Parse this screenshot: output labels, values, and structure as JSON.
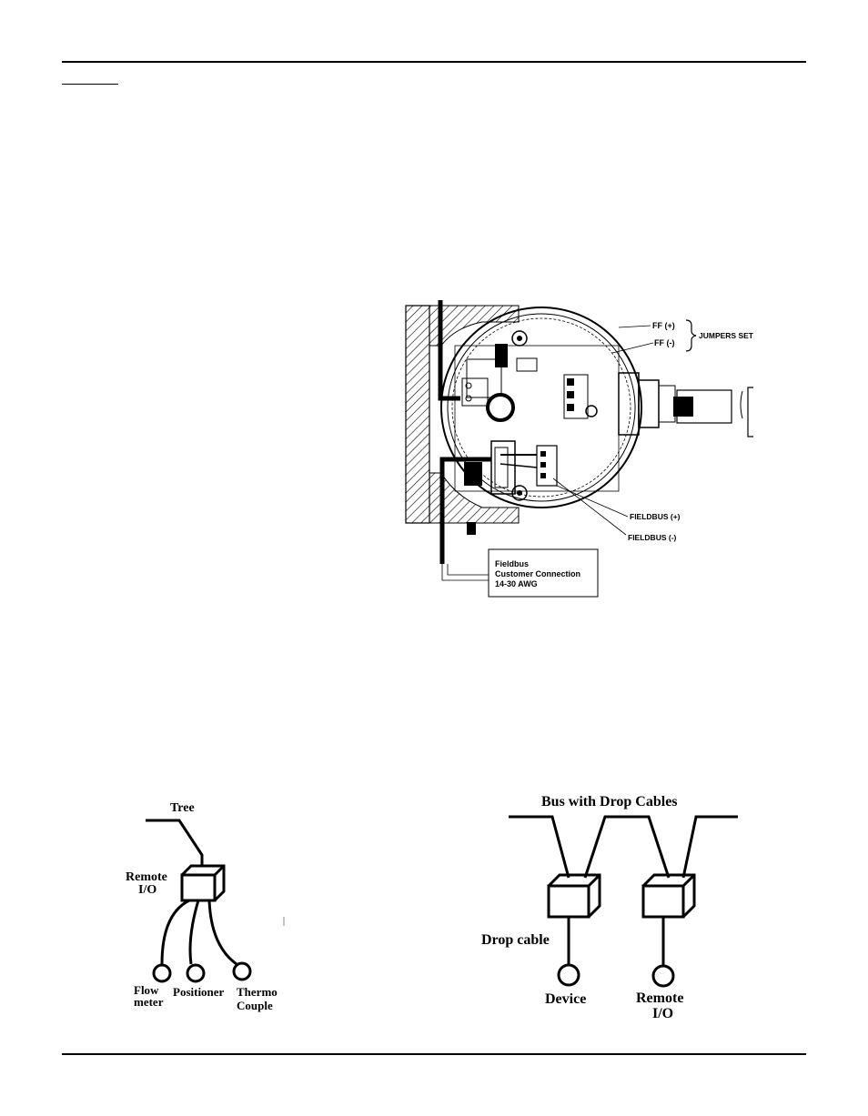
{
  "wiring_diagram": {
    "labels": {
      "ff_plus": "FF (+)",
      "ff_minus": "FF (-)",
      "jumpers_set": "JUMPERS SET",
      "fieldbus_plus": "FIELDBUS (+)",
      "fieldbus_minus": "FIELDBUS (-)"
    },
    "customer_box": {
      "line1": "Fieldbus",
      "line2": "Customer Connection",
      "line3": "14-30 AWG"
    }
  },
  "tree_topology": {
    "title": "Tree",
    "hub_line1": "Remote",
    "hub_line2": "I/O",
    "devices": [
      {
        "line1": "Flow",
        "line2": "meter"
      },
      {
        "line1": "Positioner",
        "line2": ""
      },
      {
        "line1": "Thermo",
        "line2": "Couple"
      }
    ]
  },
  "bus_topology": {
    "title": "Bus with Drop Cables",
    "drop_label": "Drop cable",
    "device1": "Device",
    "device2_line1": "Remote",
    "device2_line2": "I/O"
  }
}
